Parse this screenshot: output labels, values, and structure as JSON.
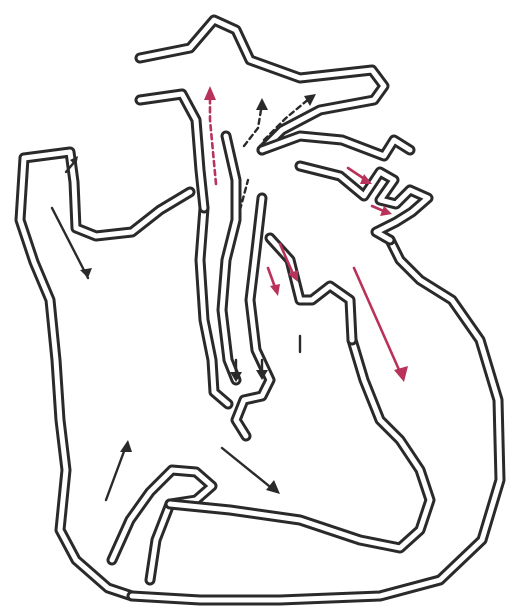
{
  "diagram": {
    "colors": {
      "outline": "#2a2a2a",
      "oxygenated_flow": "#b8325a",
      "deoxygenated_flow": "#2a2a2a",
      "background": "#ffffff"
    },
    "structures": [
      "aorta",
      "pulmonary-artery",
      "superior-vena-cava",
      "inferior-vena-cava",
      "right-atrium",
      "right-ventricle",
      "left-atrium",
      "left-ventricle",
      "pulmonary-veins"
    ],
    "flow_arrows": [
      {
        "name": "svc-inflow",
        "color": "deoxygenated"
      },
      {
        "name": "ivc-inflow",
        "color": "deoxygenated"
      },
      {
        "name": "right-ventricle-flow",
        "color": "deoxygenated"
      },
      {
        "name": "pulmonary-artery-split-left",
        "color": "deoxygenated"
      },
      {
        "name": "pulmonary-artery-split-right",
        "color": "deoxygenated"
      },
      {
        "name": "aortic-ascending-flow",
        "color": "oxygenated"
      },
      {
        "name": "pulmonary-vein-inflow",
        "color": "oxygenated"
      },
      {
        "name": "left-ventricle-flow",
        "color": "oxygenated"
      }
    ]
  }
}
